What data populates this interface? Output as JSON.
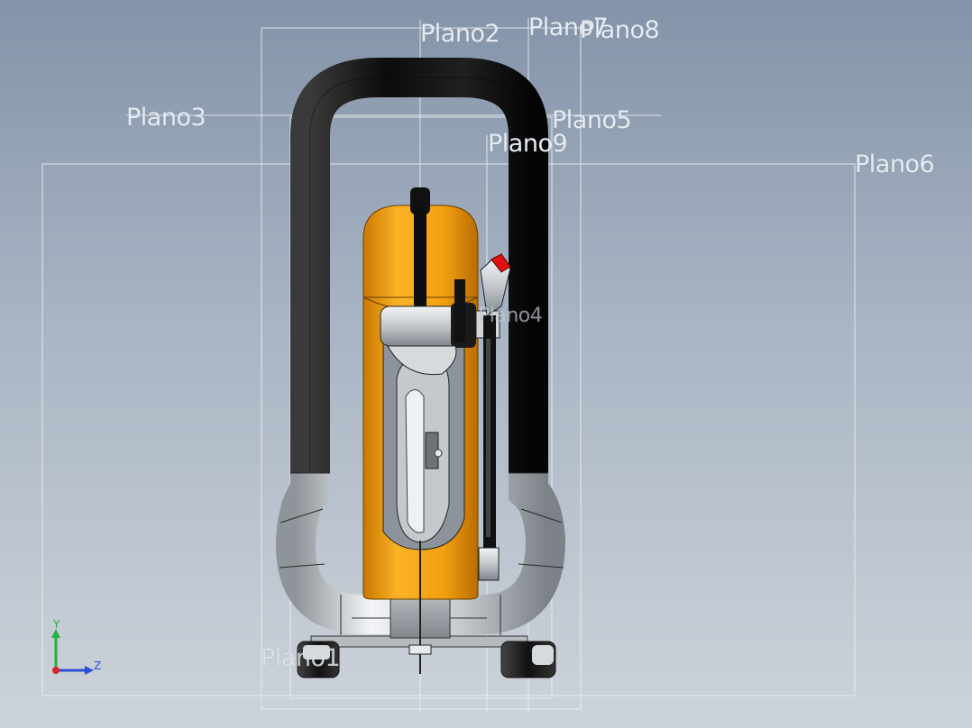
{
  "planes": {
    "plano1": "Plano1",
    "plano2": "Plano2",
    "plano3": "Plano3",
    "plano4": "Plano4",
    "plano5": "Plano5",
    "plano6": "Plano6",
    "plano7": "Plano7",
    "plano8": "Plano8",
    "plano9": "Plano9"
  },
  "triad": {
    "y": "Y",
    "z": "Z"
  },
  "colors": {
    "background_top": "#8393a9",
    "background_bottom": "#cdd3da",
    "plane_line": "#eef1f5",
    "handle_black": "#1c1c1c",
    "frame_silver": "#cfd3d8",
    "body_orange": "#f6a31a",
    "trigger_red": "#e01010",
    "axis_y": "#1fb53b",
    "axis_z": "#2a4fd8",
    "axis_x": "#d82424"
  }
}
